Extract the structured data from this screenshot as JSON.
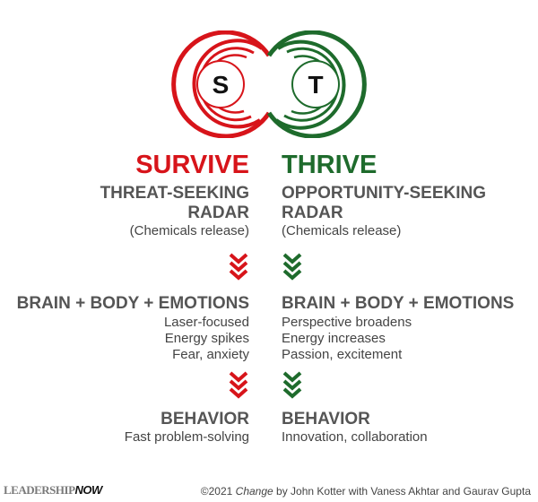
{
  "colors": {
    "survive": "#d7141a",
    "thrive": "#1e6b2c",
    "text": "#555555"
  },
  "logo": {
    "left_letter": "S",
    "right_letter": "T"
  },
  "survive": {
    "title": "SURVIVE",
    "radar_line1": "THREAT-SEEKING",
    "radar_line2": "RADAR",
    "chemicals": "(Chemicals release)",
    "system": "BRAIN + BODY + EMOTIONS",
    "effects": [
      "Laser-focused",
      "Energy spikes",
      "Fear, anxiety"
    ],
    "behavior_label": "BEHAVIOR",
    "behavior": "Fast problem-solving"
  },
  "thrive": {
    "title": "THRIVE",
    "radar_line1": "OPPORTUNITY-SEEKING",
    "radar_line2": "RADAR",
    "chemicals": "(Chemicals release)",
    "system": "BRAIN + BODY + EMOTIONS",
    "effects": [
      "Perspective broadens",
      "Energy increases",
      "Passion, excitement"
    ],
    "behavior_label": "BEHAVIOR",
    "behavior": "Innovation, collaboration"
  },
  "footer": {
    "brand_light": "LEADERSHIP",
    "brand_bold": "NOW",
    "credit_prefix": "©2021",
    "book": "Change",
    "credit_suffix": "by John Kotter with Vaness Akhtar and Gaurav Gupta"
  }
}
